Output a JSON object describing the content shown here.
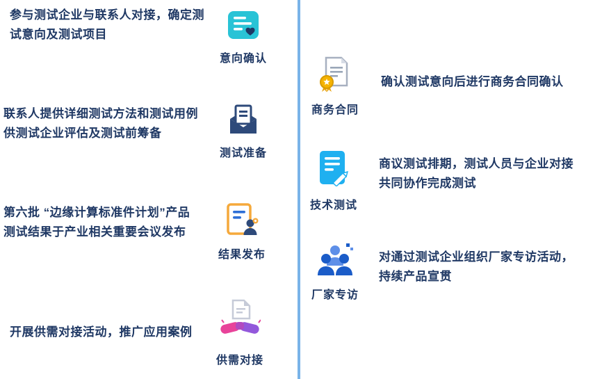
{
  "colors": {
    "text": "#1F3864",
    "timeline": "#79B3E8",
    "intent_cyan": "#29C3D6",
    "prepare_navy": "#2E4A7A",
    "publish_orange": "#F5A93B",
    "publish_blue": "#2E6FD6",
    "handshake_pink": "#E8439A",
    "handshake_purple": "#9358DB",
    "contract_gold": "#F5B301",
    "test_azure": "#1FB0F0",
    "people_blue": "#1B5CC8",
    "people_light_blue": "#5E8FE8"
  },
  "steps": {
    "left": [
      {
        "label": "意向确认",
        "desc": "参与测试企业与联系人对接，确定测试意向及测试项目",
        "icon": "intent-confirm-icon"
      },
      {
        "label": "测试准备",
        "desc": "联系人提供详细测试方法和测试用例供测试企业评估及测试前筹备",
        "icon": "test-prepare-icon"
      },
      {
        "label": "结果发布",
        "desc": "第六批 “边缘计算标准件计划”产品测试结果于产业相关重要会议发布",
        "icon": "result-publish-icon"
      },
      {
        "label": "供需对接",
        "desc": "开展供需对接活动，推广应用案例",
        "icon": "supply-demand-icon"
      }
    ],
    "right": [
      {
        "label": "商务合同",
        "desc": "确认测试意向后进行商务合同确认",
        "icon": "business-contract-icon"
      },
      {
        "label": "技术测试",
        "desc": "商议测试排期，测试人员与企业对接共同协作完成测试",
        "icon": "tech-test-icon"
      },
      {
        "label": "厂家专访",
        "desc": "对通过测试企业组织厂家专访活动，持续产品宣贯",
        "icon": "vendor-interview-icon"
      }
    ]
  }
}
